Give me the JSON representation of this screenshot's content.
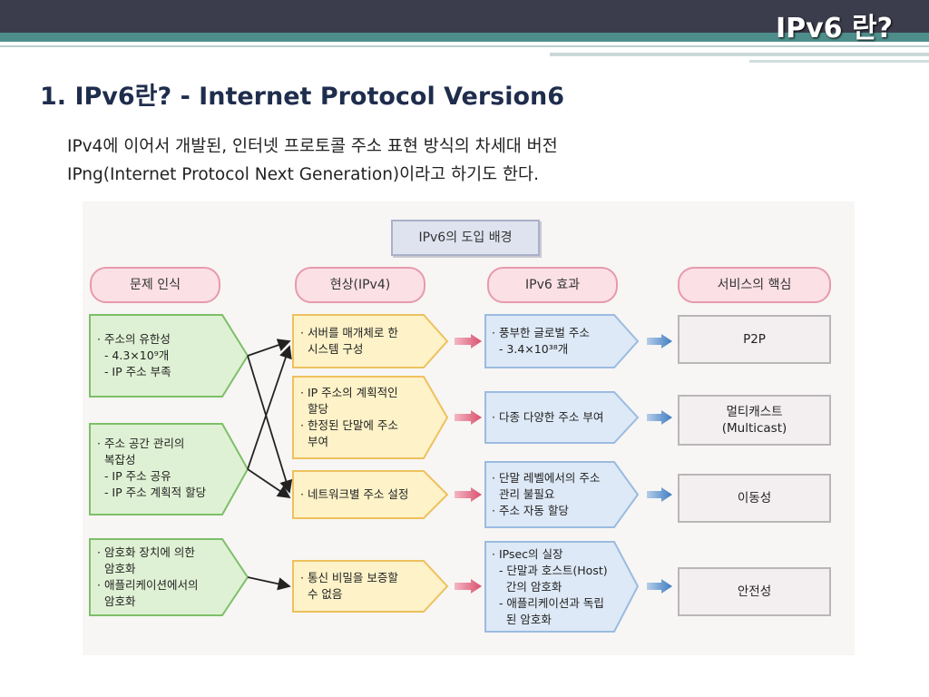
{
  "header": {
    "title": "IPv6 란?"
  },
  "slide": {
    "title": "1. IPv6란? - Internet Protocol Version6",
    "lines": [
      "IPv4에 이어서 개발된, 인터넷 프로토콜 주소 표현 방식의 차세대 버전",
      "IPng(Internet Protocol Next Generation)이라고 하기도 한다."
    ]
  },
  "diagram": {
    "title": "IPv6의 도입 배경",
    "headers": [
      "문제 인식",
      "현상(IPv4)",
      "IPv6 효과",
      "서비스의 핵심"
    ],
    "problems": [
      [
        "· 주소의 유한성",
        "  - 4.3×10⁹개",
        "  - IP 주소 부족"
      ],
      [
        "· 주소 공간 관리의",
        "  복잡성",
        "  - IP 주소 공유",
        "  - IP 주소 계획적 할당"
      ],
      [
        "· 암호화 장치에 의한",
        "  암호화",
        "· 애플리케이션에서의",
        "  암호화"
      ]
    ],
    "phenomena": [
      [
        "· 서버를 매개체로 한",
        "  시스템 구성"
      ],
      [
        "· IP 주소의 계획적인",
        "  할당",
        "· 한정된 단말에 주소",
        "  부여"
      ],
      [
        "· 네트워크별 주소 설정"
      ],
      [
        "· 통신 비밀을 보증할",
        "  수 없음"
      ]
    ],
    "effects": [
      [
        "· 풍부한 글로벌 주소",
        "  - 3.4×10³⁸개"
      ],
      [
        "· 다종 다양한 주소 부여"
      ],
      [
        "· 단말 레벨에서의 주소",
        "  관리 불필요",
        "· 주소 자동 할당"
      ],
      [
        "· IPsec의 실장",
        "  - 단말과 호스트(Host)",
        "    간의 암호화",
        "  - 애플리케이션과 독립",
        "    된 암호화"
      ]
    ],
    "services": [
      [
        "P2P"
      ],
      [
        "멀티캐스트",
        "(Multicast)"
      ],
      [
        "이동성"
      ],
      [
        "안전성"
      ]
    ]
  }
}
